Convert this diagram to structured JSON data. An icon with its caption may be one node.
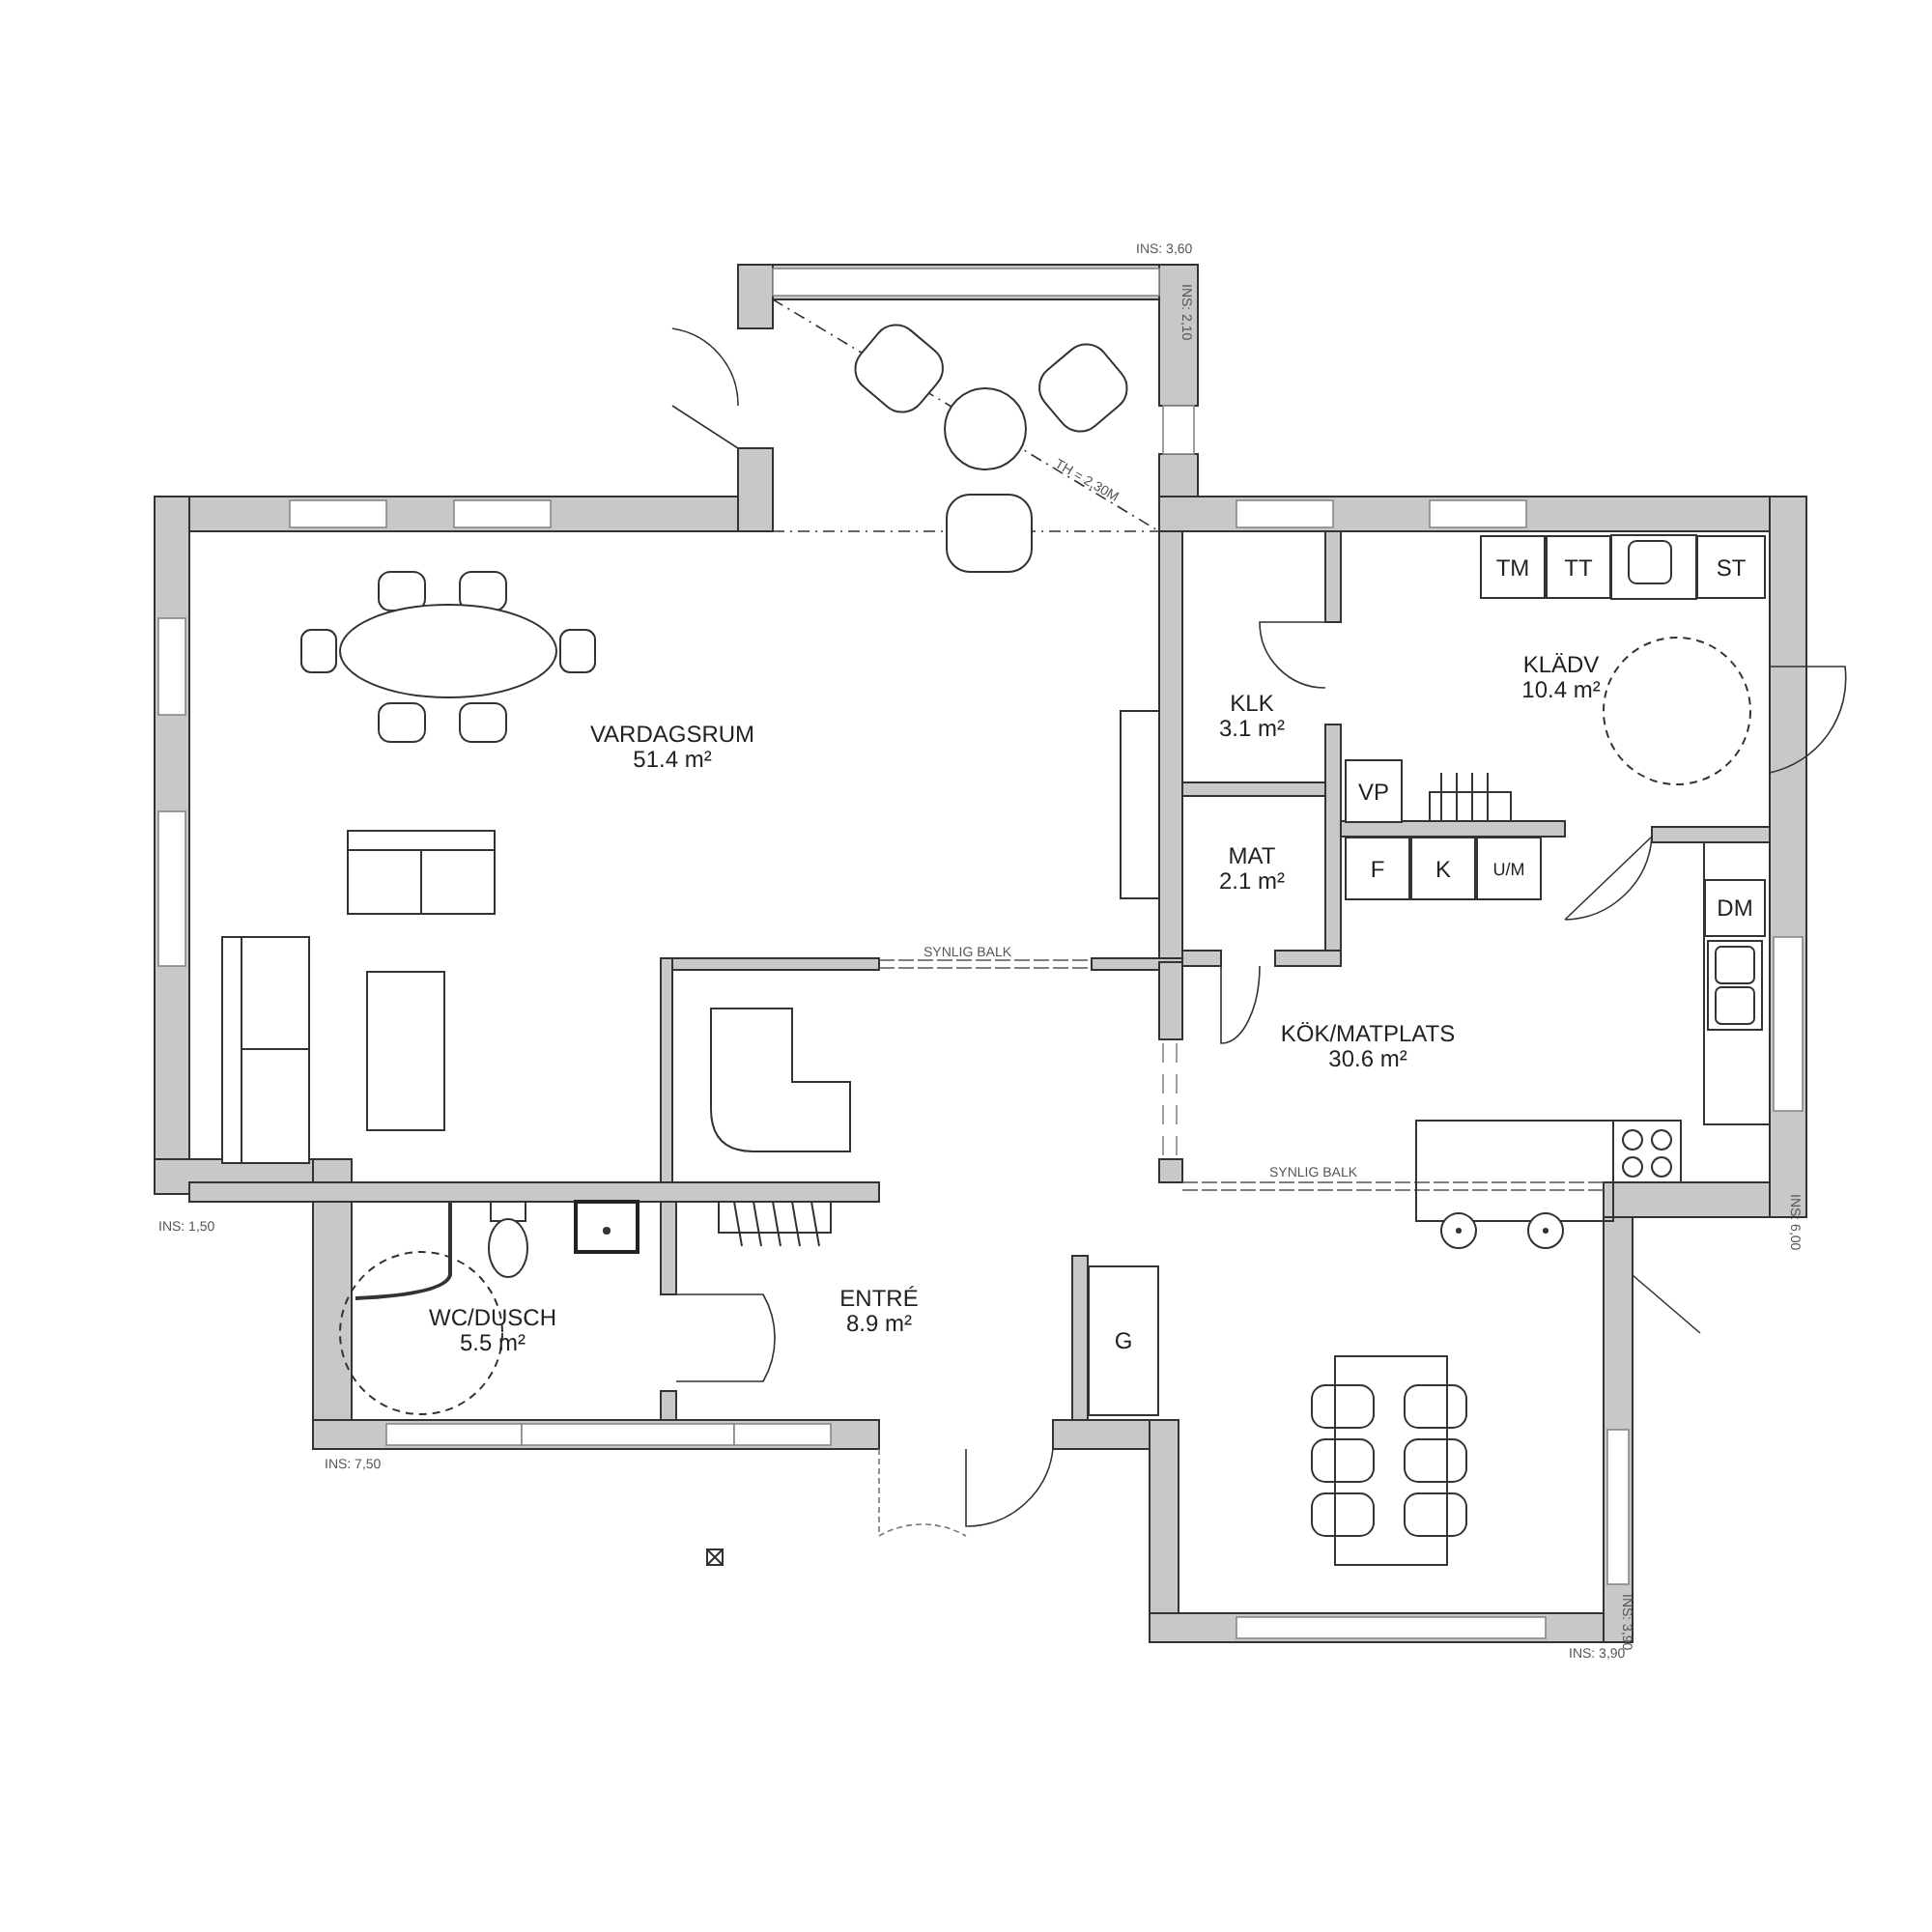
{
  "diagram": {
    "nodes": [
      {
        "text": [
          "VARDAGSRUM",
          "51.4 m²"
        ]
      },
      {
        "text": [
          "KLK",
          "3.1 m²"
        ]
      },
      {
        "text": [
          "MAT",
          "2.1 m²"
        ]
      },
      {
        "text": [
          "KLÄDV",
          "10.4 m²"
        ]
      },
      {
        "text": [
          "TM"
        ],
        "in": 3
      },
      {
        "text": [
          "TT"
        ],
        "in": 3
      },
      {
        "text": [
          "ST"
        ],
        "in": 3
      },
      {
        "text": [
          "VP"
        ],
        "in": 3
      },
      {
        "text": [
          "KÖK/MATPLATS",
          "30.6 m²"
        ]
      },
      {
        "text": [
          "F"
        ],
        "in": 8
      },
      {
        "text": [
          "K"
        ],
        "in": 8
      },
      {
        "text": [
          "U/M"
        ],
        "in": 8
      },
      {
        "text": [
          "DM"
        ],
        "in": 8
      },
      {
        "text": [
          "WC/DUSCH",
          "5.5 m²"
        ]
      },
      {
        "text": [
          "ENTRÉ",
          "8.9 m²"
        ]
      },
      {
        "text": [
          "G"
        ],
        "in": 14
      }
    ],
    "labels": [
      "INS: 3,60",
      "INS: 2,10",
      "TH = 2,30M",
      "SYNLIG BALK",
      "SYNLIG BALK",
      "INS: 6,00",
      "INS: 1,50",
      "INS: 7,50",
      "INS: 3,90",
      "INS: 3,90"
    ]
  }
}
